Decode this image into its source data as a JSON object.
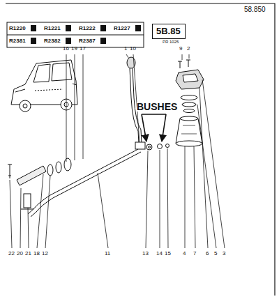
{
  "diagram": {
    "nodes": [
      {
        "text": [
          "5B.85",
          "PR 1025"
        ]
      }
    ],
    "labels": [
      "58.850",
      "R1220",
      "R1221",
      "R1222",
      "R1227",
      "R2381",
      "R2382",
      "R2387",
      "BUSHES",
      "16",
      "19",
      "17",
      "1",
      "10",
      "9",
      "2",
      "22",
      "20",
      "21",
      "18",
      "12",
      "11",
      "13",
      "14",
      "15",
      "4",
      "7",
      "6",
      "5",
      "3"
    ]
  }
}
